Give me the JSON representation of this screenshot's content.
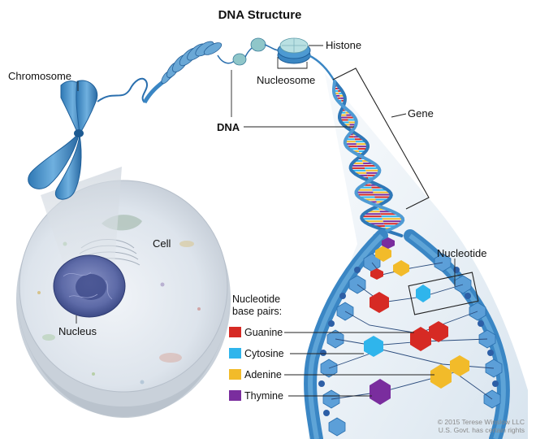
{
  "title": "DNA Structure",
  "labels": {
    "chromosome": "Chromosome",
    "histone": "Histone",
    "nucleosome": "Nucleosome",
    "dna": "DNA",
    "gene": "Gene",
    "cell": "Cell",
    "nucleus": "Nucleus",
    "nucleotide": "Nucleotide"
  },
  "legend": {
    "heading_line1": "Nucleotide",
    "heading_line2": "base pairs:",
    "items": [
      {
        "label": "Guanine",
        "color": "#d62a24"
      },
      {
        "label": "Cytosine",
        "color": "#2fb5ec"
      },
      {
        "label": "Adenine",
        "color": "#f2bb2a"
      },
      {
        "label": "Thymine",
        "color": "#7a2d9e"
      }
    ]
  },
  "credit": {
    "line1": "© 2015 Terese Winslow LLC",
    "line2": "U.S. Govt. has certain rights"
  },
  "colors": {
    "strand": "#3a86c4",
    "strand_dark": "#1e5f99",
    "cell_fill": "#dfe6ee",
    "nucleus": "#5f6fae"
  }
}
